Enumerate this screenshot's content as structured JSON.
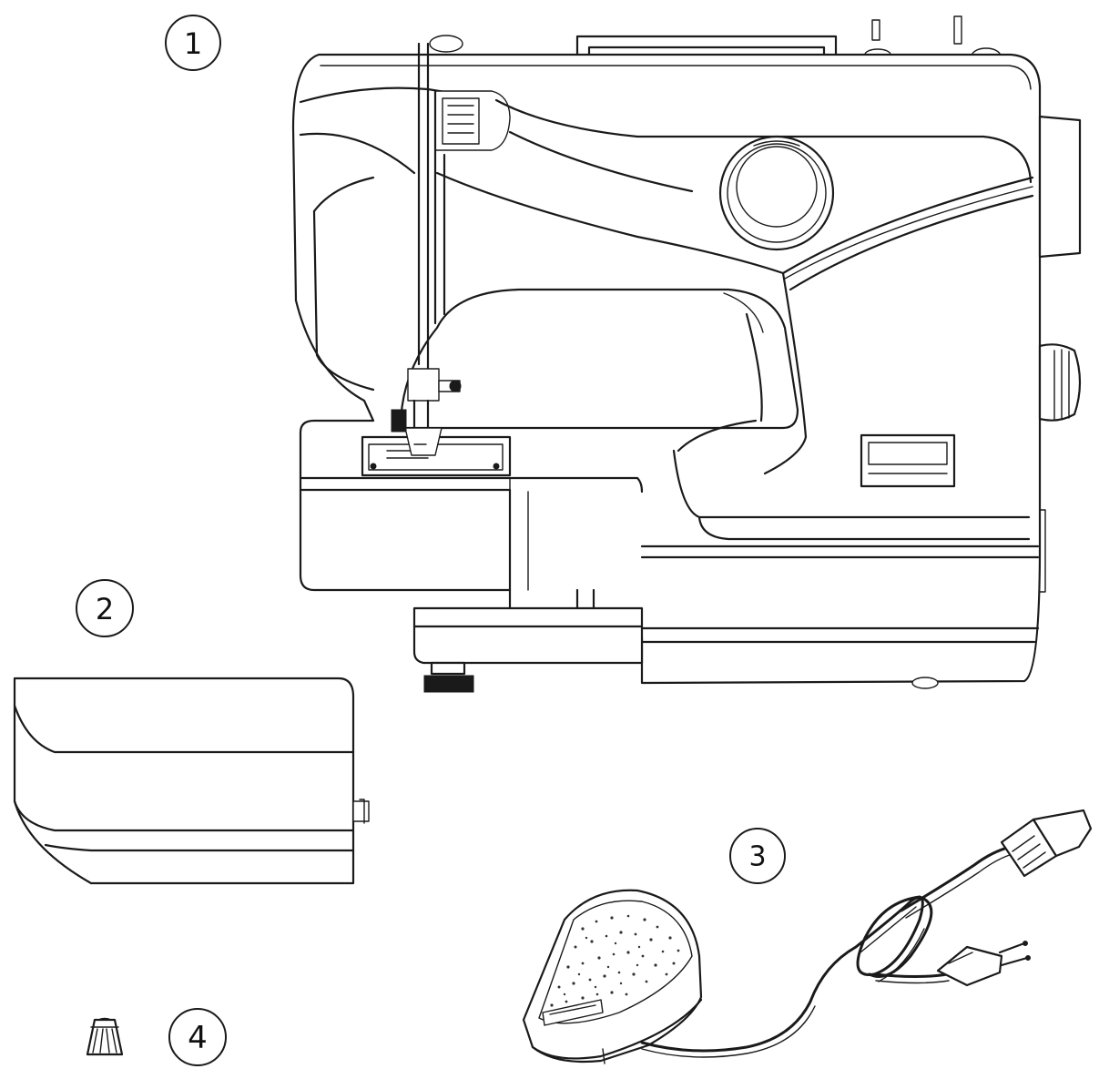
{
  "callouts": [
    {
      "id": "1",
      "label": "1"
    },
    {
      "id": "2",
      "label": "2"
    },
    {
      "id": "3",
      "label": "3"
    },
    {
      "id": "4",
      "label": "4"
    }
  ],
  "icons": {
    "machine": "sewing-machine-icon",
    "cover": "extension-table-icon",
    "pedal": "foot-pedal-icon",
    "spool": "spool-cap-icon"
  },
  "colors": {
    "line": "#1a1a1a",
    "background": "#ffffff"
  }
}
